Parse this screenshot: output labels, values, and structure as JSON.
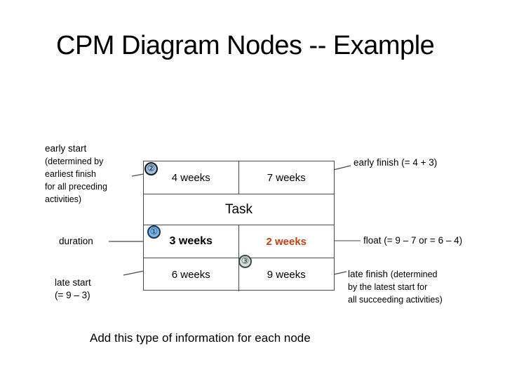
{
  "slide": {
    "title": "CPM Diagram Nodes -- Example",
    "caption": "Add this type of information for each node"
  },
  "node": {
    "early_start": "4 weeks",
    "early_finish": "7 weeks",
    "task_name": "Task",
    "duration": "3 weeks",
    "float": "2 weeks",
    "late_start": "6 weeks",
    "late_finish": "9 weeks"
  },
  "badges": {
    "one": "①",
    "two": "②",
    "three": "③"
  },
  "annotations": {
    "early_start": {
      "line1": "early start",
      "line2": "(determined by",
      "line3": "earliest finish",
      "line4": "for all preceding",
      "line5": "activities)"
    },
    "duration": {
      "line1": "duration"
    },
    "late_start": {
      "line1": "late start",
      "line2": "(= 9 – 3)"
    },
    "early_finish": {
      "line1": "early finish (= 4 + 3)"
    },
    "float": {
      "line1": "float (= 9 – 7 or  = 6 – 4)"
    },
    "late_finish": {
      "line1": "late finish ",
      "line1b": "(determined",
      "line2": "by the latest start for",
      "line3": "all succeeding activities)"
    }
  },
  "colors": {
    "float_text": "#C0400F",
    "badge_one_fill": "#7EB5E0",
    "badge_two_fill": "#9DC3E6",
    "badge_three_fill": "#D5E3DD",
    "table_border": "#4a4a4a"
  }
}
